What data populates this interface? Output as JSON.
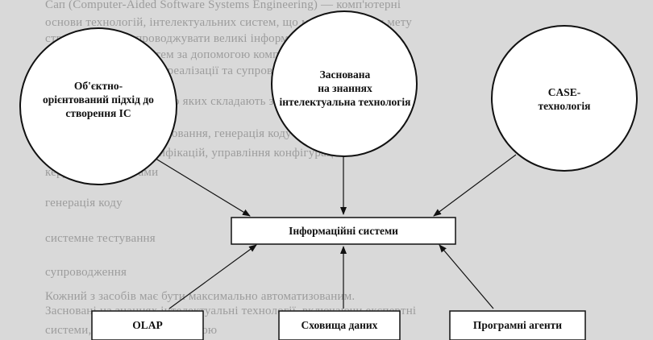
{
  "background_text": [
    "Сап (Computer-Aided Software Systems Engineering) — комп'ютерні",
    "основи технологій, інтелектуальних систем, що мають загальну мету",
    "створювати та супроводжувати великі інформаційні системи, та",
    "автоматизованих систем за допомогою комп'ютерних інструментів",
    "аналізу, проектування, реалізації та супроводження програм",
    "Інструментів CASE, ядро яких складають засоби розробки",
    "прототипування, моделювання, генерація коду",
    "документування специфікацій, управління конфігурацією",
    "керування проектами",
    "генерація коду",
    "системне тестування",
    "супроводження",
    "Кожний з засобів має бути максимально автоматизованим.",
    "Засновані на знаннях інтелектуальні технології, включаючи експертні",
    "системи, є важливою складовою"
  ],
  "diagram": {
    "circles": [
      {
        "id": "oop",
        "lines": [
          "Об'єктно-",
          "орієнтований підхід до",
          "створення ІС"
        ]
      },
      {
        "id": "knowledge",
        "lines": [
          "Заснована",
          "на знаннях",
          "інтелектуальна технологія"
        ]
      },
      {
        "id": "case",
        "lines": [
          "CASE-",
          "технологія"
        ]
      }
    ],
    "center": {
      "label": "Інформаційні системи"
    },
    "boxes": [
      {
        "id": "olap",
        "label": "OLAP"
      },
      {
        "id": "warehouse",
        "label": "Сховища даних"
      },
      {
        "id": "agents",
        "label": "Програмні агенти"
      }
    ]
  },
  "colors": {
    "background": "#d9d9d9",
    "stroke": "#111111",
    "shape_fill": "#ffffff"
  }
}
